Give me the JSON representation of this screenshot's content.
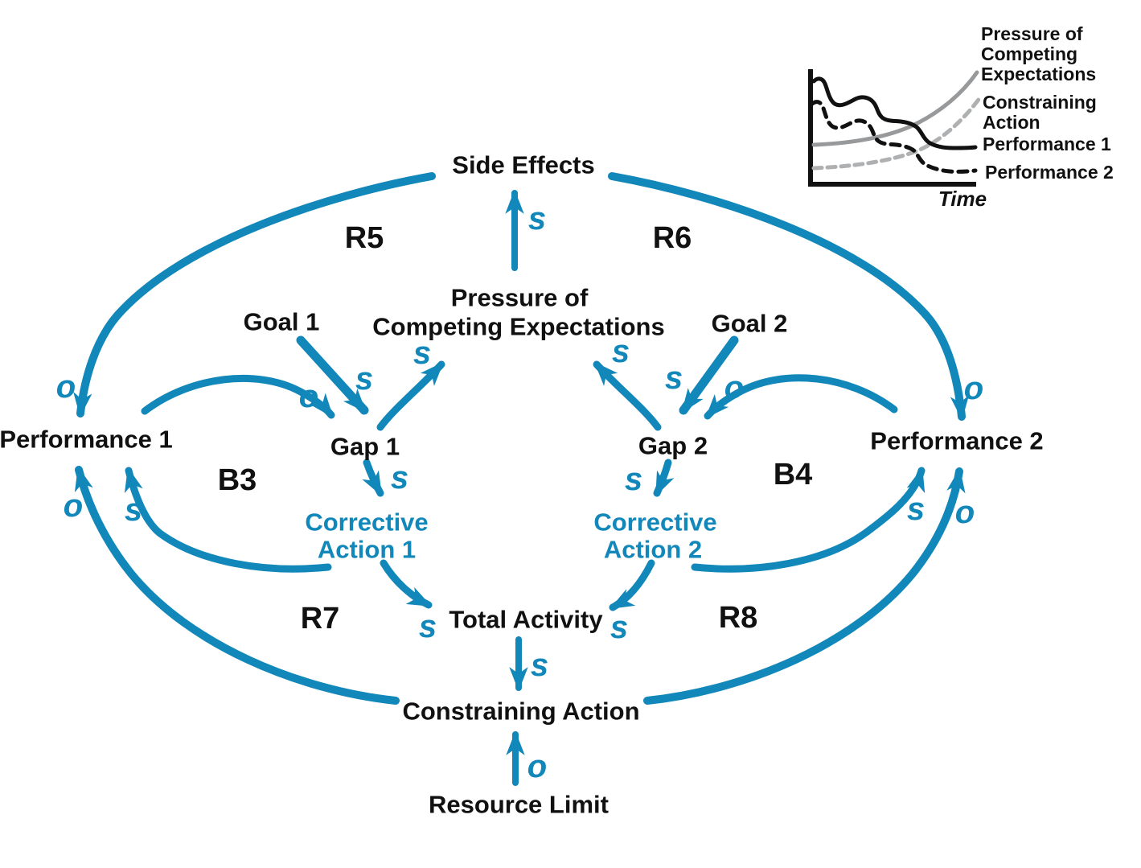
{
  "colors": {
    "accent": "#1287B9",
    "text": "#111111",
    "gray_solid": "#97999B",
    "gray_dashed": "#AEB0B2",
    "background": "#FFFFFF"
  },
  "nodes": {
    "side_effects": {
      "label": "Side Effects"
    },
    "pressure": {
      "lines": [
        "Pressure of",
        "Competing Expectations"
      ]
    },
    "goal1": {
      "label": "Goal 1"
    },
    "goal2": {
      "label": "Goal 2"
    },
    "performance1": {
      "label": "Performance 1"
    },
    "performance2": {
      "label": "Performance 2"
    },
    "gap1": {
      "label": "Gap 1"
    },
    "gap2": {
      "label": "Gap 2"
    },
    "corrective_action1": {
      "lines": [
        "Corrective",
        "Action 1"
      ]
    },
    "corrective_action2": {
      "lines": [
        "Corrective",
        "Action 2"
      ]
    },
    "total_activity": {
      "label": "Total Activity"
    },
    "constraining_action": {
      "label": "Constraining Action"
    },
    "resource_limit": {
      "label": "Resource Limit"
    }
  },
  "loops": {
    "r5": "R5",
    "r6": "R6",
    "b3": "B3",
    "b4": "B4",
    "r7": "R7",
    "r8": "R8"
  },
  "links": [
    {
      "from": "Pressure of Competing Expectations",
      "to": "Side Effects",
      "polarity": "s"
    },
    {
      "from": "Side Effects",
      "to": "Performance 1",
      "polarity": "o"
    },
    {
      "from": "Side Effects",
      "to": "Performance 2",
      "polarity": "o"
    },
    {
      "from": "Goal 1",
      "to": "Gap 1",
      "polarity": "s"
    },
    {
      "from": "Performance 1",
      "to": "Gap 1",
      "polarity": "o"
    },
    {
      "from": "Gap 1",
      "to": "Pressure of Competing Expectations",
      "polarity": "s"
    },
    {
      "from": "Gap 2",
      "to": "Pressure of Competing Expectations",
      "polarity": "s"
    },
    {
      "from": "Goal 2",
      "to": "Gap 2",
      "polarity": "s"
    },
    {
      "from": "Performance 2",
      "to": "Gap 2",
      "polarity": "o"
    },
    {
      "from": "Gap 1",
      "to": "Corrective Action 1",
      "polarity": "s"
    },
    {
      "from": "Gap 2",
      "to": "Corrective Action 2",
      "polarity": "s"
    },
    {
      "from": "Corrective Action 1",
      "to": "Performance 1",
      "polarity": "s"
    },
    {
      "from": "Constraining Action",
      "to": "Performance 1",
      "polarity": "o"
    },
    {
      "from": "Corrective Action 2",
      "to": "Performance 2",
      "polarity": "s"
    },
    {
      "from": "Constraining Action",
      "to": "Performance 2",
      "polarity": "o"
    },
    {
      "from": "Corrective Action 1",
      "to": "Total Activity",
      "polarity": "s"
    },
    {
      "from": "Corrective Action 2",
      "to": "Total Activity",
      "polarity": "s"
    },
    {
      "from": "Total Activity",
      "to": "Constraining Action",
      "polarity": "s"
    },
    {
      "from": "Resource Limit",
      "to": "Constraining Action",
      "polarity": "o"
    }
  ],
  "inset_chart": {
    "type": "line",
    "xlabel": "Time",
    "series": [
      {
        "name": "Pressure of Competing Expectations",
        "label_lines": [
          "Pressure of",
          "Competing",
          "Expectations"
        ],
        "style": "solid gray",
        "trend": "rising"
      },
      {
        "name": "Constraining Action",
        "label_lines": [
          "Constraining",
          "Action"
        ],
        "style": "dashed gray",
        "trend": "rising"
      },
      {
        "name": "Performance 1",
        "label_lines": [
          "Performance 1"
        ],
        "style": "solid black",
        "trend": "oscillating decline"
      },
      {
        "name": "Performance 2",
        "label_lines": [
          "Performance 2"
        ],
        "style": "dashed black",
        "trend": "oscillating decline"
      }
    ]
  }
}
